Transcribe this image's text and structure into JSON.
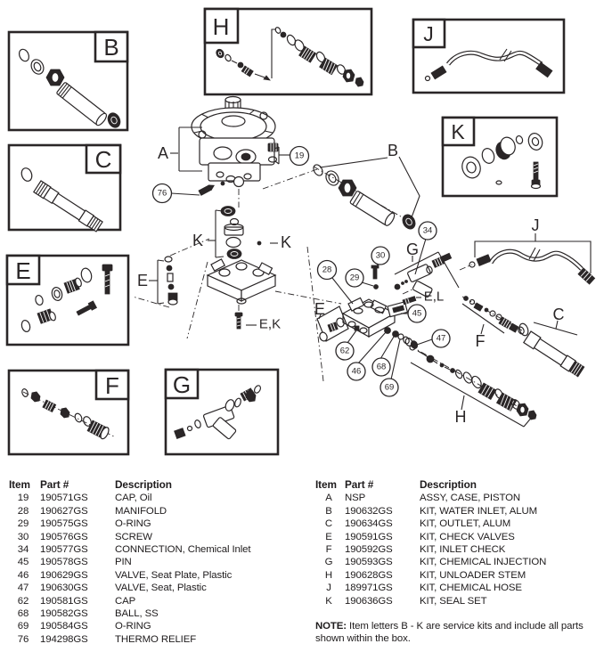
{
  "diagram": {
    "kit_boxes": {
      "B": "B",
      "C": "C",
      "E": "E",
      "F": "F",
      "G": "G",
      "H": "H",
      "J": "J",
      "K": "K"
    },
    "ref_labels": {
      "A": "A",
      "B": "B",
      "C": "C",
      "E_left": "E",
      "E_manifold": "E",
      "EK": "E,K",
      "EL": "E,L",
      "F": "F",
      "G": "G",
      "H": "H",
      "J": "J",
      "K_left": "K",
      "K_right": "K"
    },
    "callouts": {
      "c19": "19",
      "c28": "28",
      "c29": "29",
      "c30": "30",
      "c34": "34",
      "c45": "45",
      "c46": "46",
      "c47": "47",
      "c62": "62",
      "c68": "68",
      "c69": "69",
      "c76": "76"
    }
  },
  "tables": {
    "left": {
      "headers": {
        "item": "Item",
        "part": "Part #",
        "desc": "Description"
      },
      "rows": [
        {
          "item": "19",
          "part": "190571GS",
          "desc": "CAP, Oil"
        },
        {
          "item": "28",
          "part": "190627GS",
          "desc": "MANIFOLD"
        },
        {
          "item": "29",
          "part": "190575GS",
          "desc": "O-RING"
        },
        {
          "item": "30",
          "part": "190576GS",
          "desc": "SCREW"
        },
        {
          "item": "34",
          "part": "190577GS",
          "desc": "CONNECTION, Chemical Inlet"
        },
        {
          "item": "45",
          "part": "190578GS",
          "desc": "PIN"
        },
        {
          "item": "46",
          "part": "190629GS",
          "desc": "VALVE, Seat Plate, Plastic"
        },
        {
          "item": "47",
          "part": "190630GS",
          "desc": "VALVE, Seat, Plastic"
        },
        {
          "item": "62",
          "part": "190581GS",
          "desc": "CAP"
        },
        {
          "item": "68",
          "part": "190582GS",
          "desc": "BALL, SS"
        },
        {
          "item": "69",
          "part": "190584GS",
          "desc": "O-RING"
        },
        {
          "item": "76",
          "part": "194298GS",
          "desc": "THERMO RELIEF"
        }
      ]
    },
    "right": {
      "headers": {
        "item": "Item",
        "part": "Part #",
        "desc": "Description"
      },
      "rows": [
        {
          "item": "A",
          "part": "NSP",
          "desc": "ASSY, CASE, PISTON"
        },
        {
          "item": "B",
          "part": "190632GS",
          "desc": "KIT, WATER INLET, ALUM"
        },
        {
          "item": "C",
          "part": "190634GS",
          "desc": "KIT, OUTLET, ALUM"
        },
        {
          "item": "E",
          "part": "190591GS",
          "desc": "KIT, CHECK VALVES"
        },
        {
          "item": "F",
          "part": "190592GS",
          "desc": "KIT, INLET CHECK"
        },
        {
          "item": "G",
          "part": "190593GS",
          "desc": "KIT, CHEMICAL INJECTION"
        },
        {
          "item": "H",
          "part": "190628GS",
          "desc": "KIT, UNLOADER STEM"
        },
        {
          "item": "J",
          "part": "189971GS",
          "desc": "KIT, CHEMICAL HOSE"
        },
        {
          "item": "K",
          "part": "190636GS",
          "desc": "KIT, SEAL SET"
        }
      ]
    }
  },
  "note": {
    "label": "NOTE:",
    "text": " Item letters B - K are service kits and include all parts shown within the box."
  }
}
